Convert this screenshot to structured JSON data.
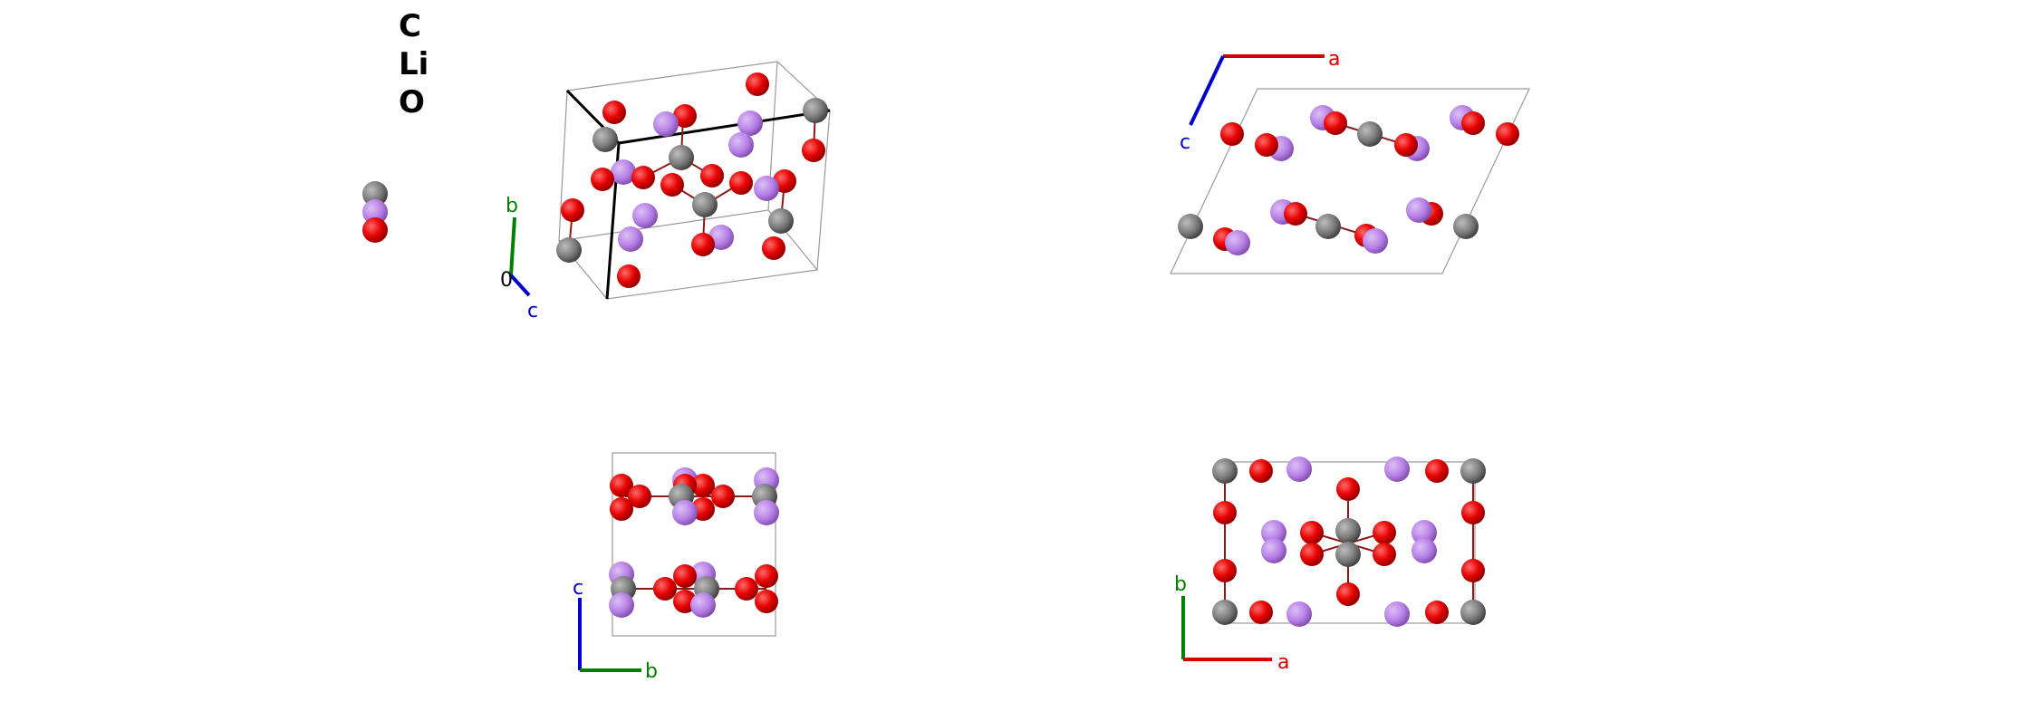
{
  "legend": [
    "C",
    "Li",
    "O"
  ],
  "colors": {
    "C": "#808080",
    "Li": "#b67fe6",
    "O": "#e60000"
  },
  "views": {
    "perspective": {
      "axes": [
        "b",
        "0",
        "c"
      ],
      "axis_colors": [
        "#008000",
        "#000000",
        "#0000cc"
      ]
    },
    "top_right": {
      "axes": [
        "a",
        "c"
      ],
      "axis_colors": [
        "#d40000",
        "#0000cc"
      ]
    },
    "bottom_left": {
      "axes": [
        "c",
        "b"
      ],
      "axis_colors": [
        "#0000cc",
        "#008000"
      ]
    },
    "bottom_right": {
      "axes": [
        "b",
        "a"
      ],
      "axis_colors": [
        "#008000",
        "#d40000"
      ]
    }
  }
}
